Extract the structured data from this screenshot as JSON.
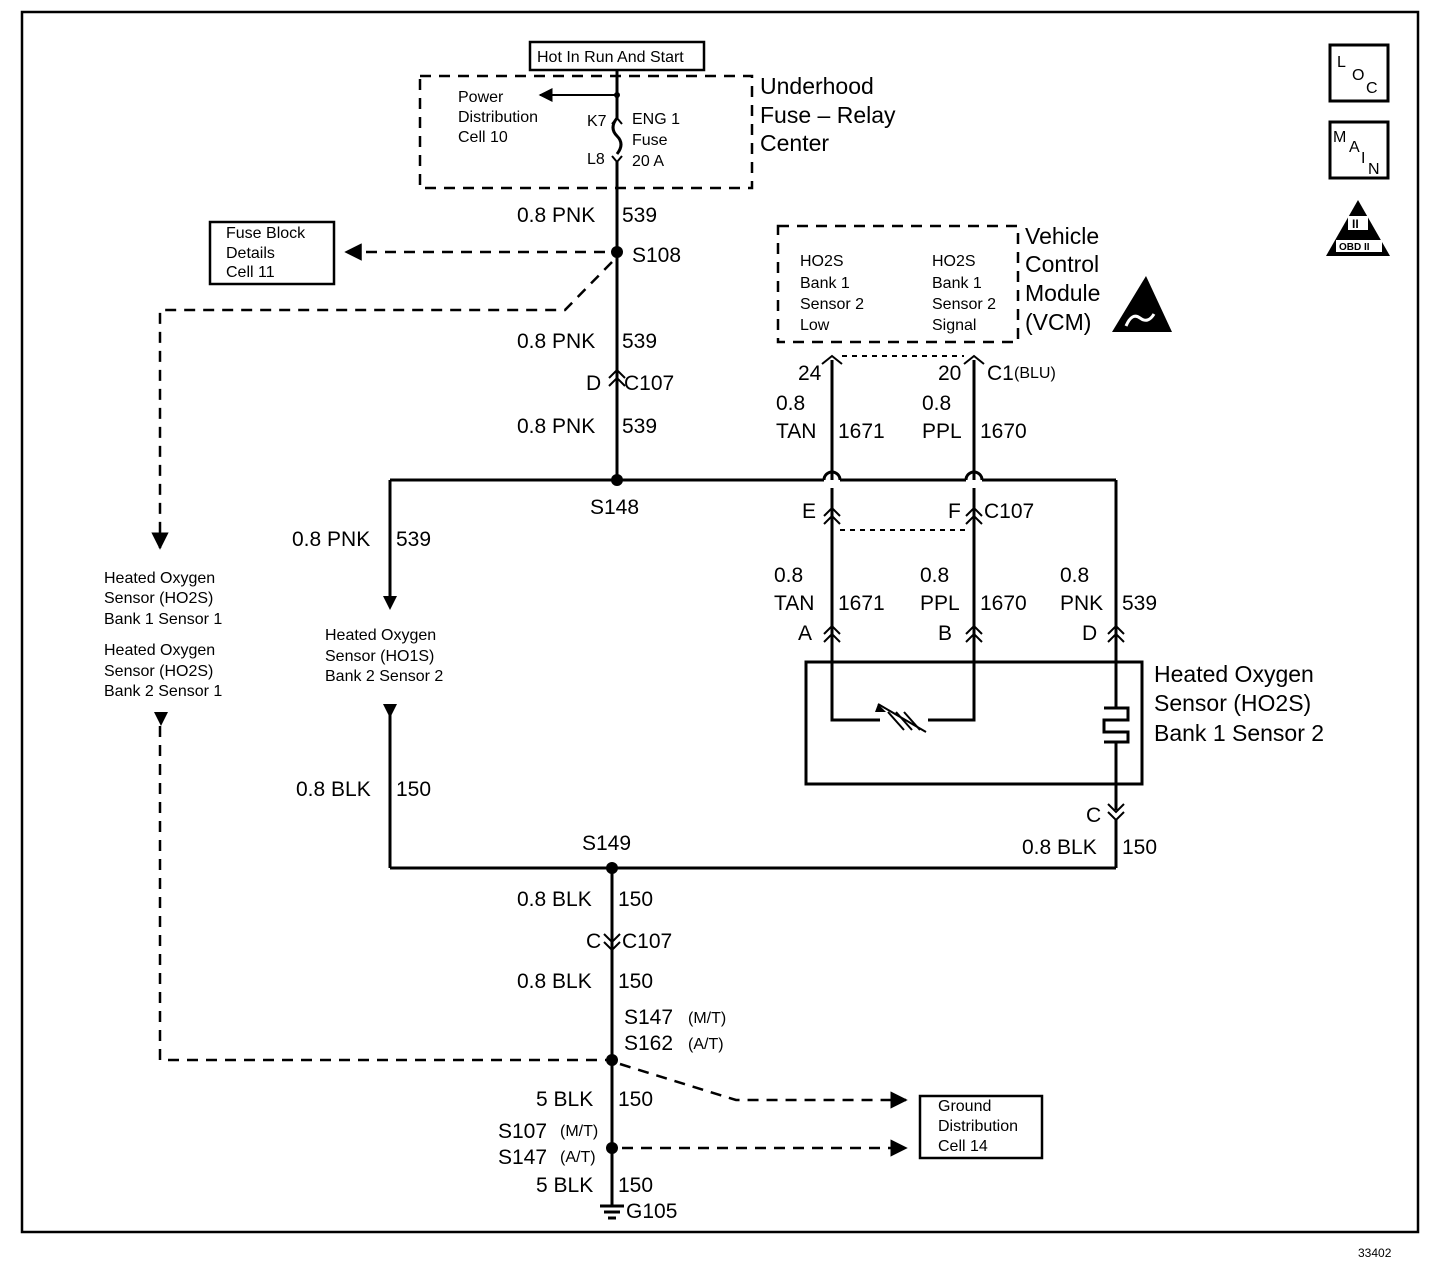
{
  "diagram_number": "33402",
  "icons": {
    "loc": {
      "l": "L",
      "o": "O",
      "c": "C"
    },
    "main": {
      "m": "M",
      "a": "A",
      "i": "I",
      "n": "N"
    },
    "obd": {
      "roman": "II",
      "label": "OBD II"
    },
    "esd": "esd-warning-icon"
  },
  "hot_label": "Hot In Run And Start",
  "power_dist": [
    "Power",
    "Distribution",
    "Cell 10"
  ],
  "fuse": {
    "pin_in": "K7",
    "pin_out": "L8",
    "lines": [
      "ENG 1",
      "Fuse",
      "20 A"
    ]
  },
  "underhood": [
    "Underhood",
    "Fuse – Relay",
    "Center"
  ],
  "fuse_block_details": [
    "Fuse Block",
    "Details",
    "Cell 11"
  ],
  "vcm": {
    "title": [
      "Vehicle",
      "Control",
      "Module",
      "(VCM)"
    ],
    "left": [
      "HO2S",
      "Bank 1",
      "Sensor 2",
      "Low"
    ],
    "right": [
      "HO2S",
      "Bank 1",
      "Sensor 2",
      "Signal"
    ],
    "pin_left": "24",
    "pin_right": "20",
    "connector": "C1",
    "connector_color": "(BLU)"
  },
  "splices": {
    "s108": "S108",
    "s148": "S148",
    "s149": "S149",
    "s147_top": "S147",
    "s162": "S162",
    "mt": "(M/T)",
    "at": "(A/T)",
    "s107": "S107",
    "s147_bottom": "S147"
  },
  "wires": {
    "pnk_size": "0.8 PNK",
    "pnk_circuit": "539",
    "blk_size": "0.8 BLK",
    "blk_circuit": "150",
    "blk5_size": "5 BLK",
    "size": "0.8",
    "tan": "TAN",
    "tan_circuit": "1671",
    "ppl": "PPL",
    "ppl_circuit": "1670",
    "pnk": "PNK"
  },
  "connectors": {
    "c107": "C107",
    "d": "D",
    "e": "E",
    "f": "F",
    "c": "C",
    "a": "A",
    "b": "B"
  },
  "sensors": {
    "b1s1": [
      "Heated Oxygen",
      "Sensor (HO2S)",
      "Bank 1 Sensor 1"
    ],
    "b2s1": [
      "Heated Oxygen",
      "Sensor (HO2S)",
      "Bank 2 Sensor 1"
    ],
    "b2s2": [
      "Heated Oxygen",
      "Sensor (HO1S)",
      "Bank 2 Sensor 2"
    ],
    "b1s2": [
      "Heated Oxygen",
      "Sensor (HO2S)",
      "Bank 1 Sensor 2"
    ]
  },
  "ground_distribution": [
    "Ground",
    "Distribution",
    "Cell 14"
  ],
  "ground": "G105"
}
